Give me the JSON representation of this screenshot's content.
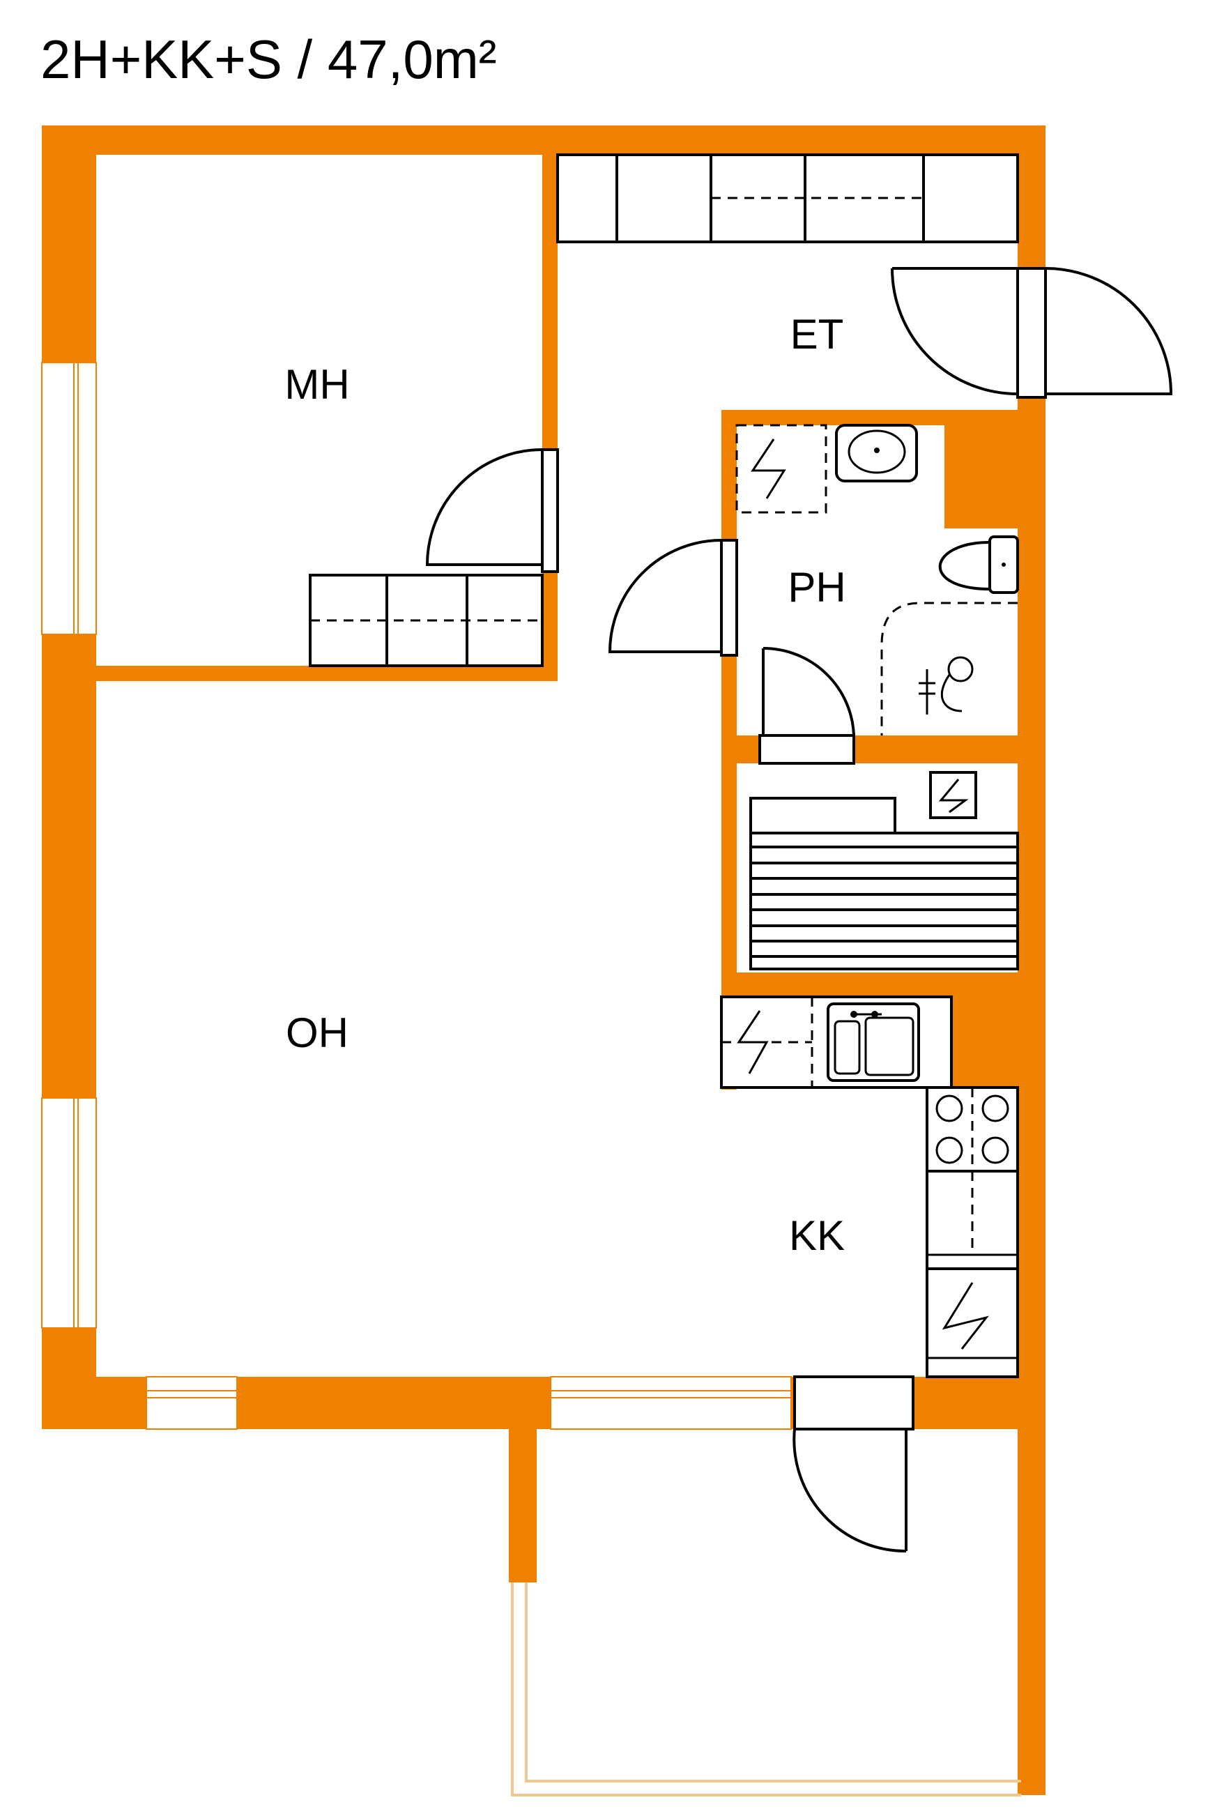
{
  "title": "2H+KK+S / 47,0m²",
  "colors": {
    "wall": "#F08000",
    "line": "#000000",
    "background": "#FFFFFF"
  },
  "rooms": [
    {
      "id": "mh",
      "label": "MH"
    },
    {
      "id": "et",
      "label": "ET"
    },
    {
      "id": "ph",
      "label": "PH"
    },
    {
      "id": "oh",
      "label": "OH"
    },
    {
      "id": "kk",
      "label": "KK"
    }
  ]
}
